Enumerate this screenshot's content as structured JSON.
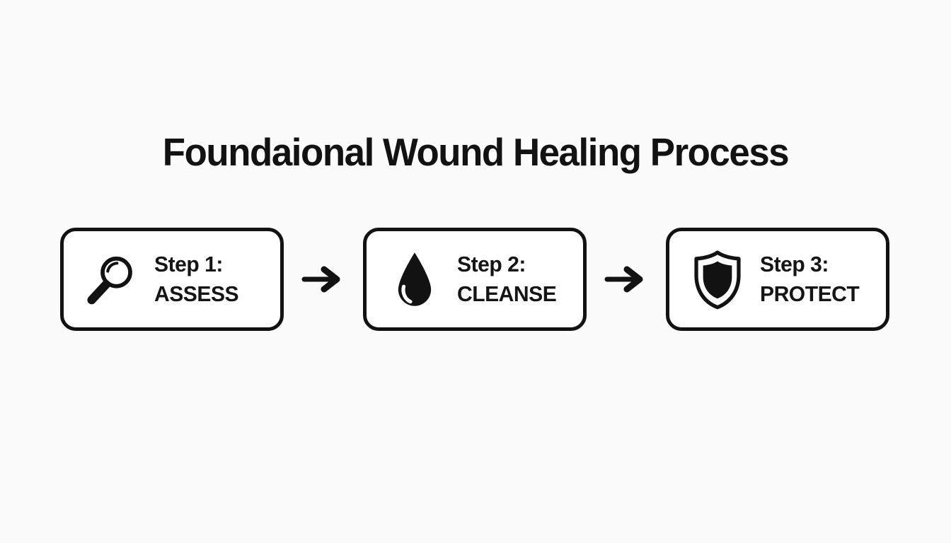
{
  "page": {
    "title": "Foundaional Wound Healing Process"
  },
  "flow": {
    "steps": [
      {
        "step_label": "Step 1:",
        "action": "ASSESS",
        "icon": "magnifier-icon"
      },
      {
        "step_label": "Step 2:",
        "action": "CLEANSE",
        "icon": "droplet-icon"
      },
      {
        "step_label": "Step 3:",
        "action": "PROTECT",
        "icon": "shield-icon"
      }
    ],
    "connector_symbol": "→"
  },
  "colors": {
    "ink": "#121212",
    "background": "#fbfbfb",
    "box_fill": "#ffffff"
  }
}
